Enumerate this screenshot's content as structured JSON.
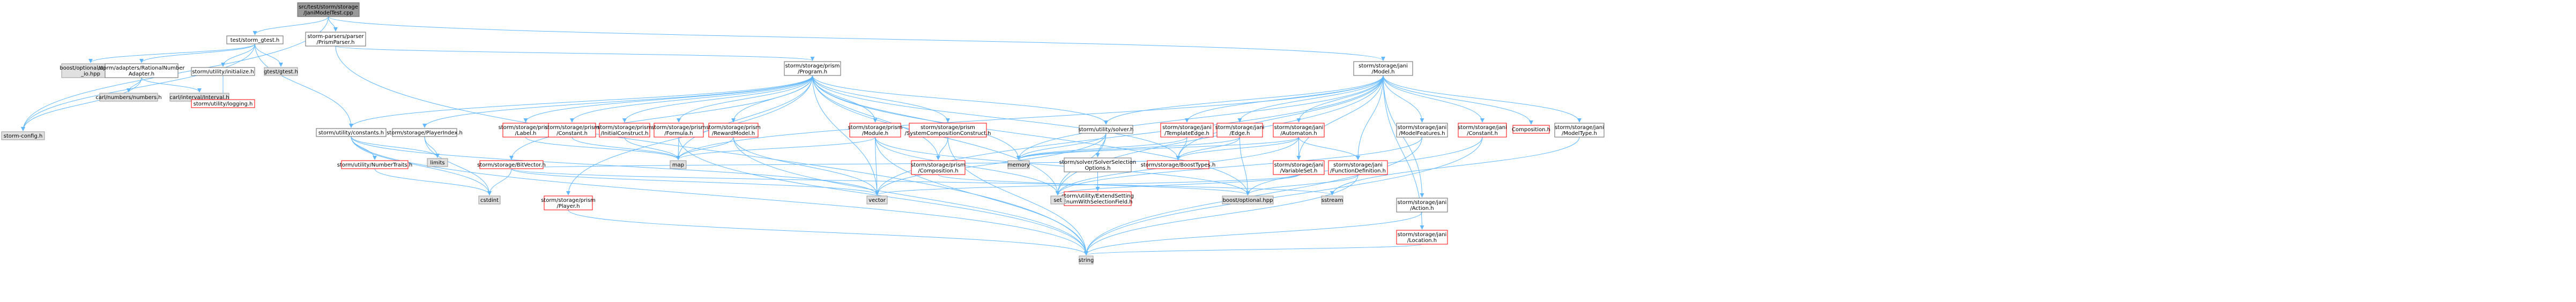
{
  "colors": {
    "edge": "#63b8ff",
    "root_fill": "#999999",
    "root_stroke": "#666666",
    "node_fill": "#ffffff",
    "node_stroke": "#666666",
    "missing_fill": "#e0e0e0",
    "missing_stroke": "#999999",
    "file_fill": "#ffffff",
    "file_stroke": "#ff0000",
    "text": "#000000",
    "link_text": "#000000"
  },
  "nodes": [
    {
      "id": "root",
      "kind": "root",
      "lines": [
        "src/test/storm/storage",
        "/JaniModelTest.cpp"
      ]
    },
    {
      "id": "gtest",
      "kind": "node",
      "lines": [
        "test/storm_gtest.h"
      ]
    },
    {
      "id": "parser",
      "kind": "node",
      "lines": [
        "storm-parsers/parser",
        "/PrismParser.h"
      ]
    },
    {
      "id": "janimodel",
      "kind": "node",
      "lines": [
        "storm/storage/jani",
        "/Model.h"
      ]
    },
    {
      "id": "stormconfig",
      "kind": "missing",
      "lines": [
        "storm-config.h"
      ]
    },
    {
      "id": "boostoptio",
      "kind": "missing",
      "lines": [
        "boost/optional/optional",
        "_io.hpp"
      ]
    },
    {
      "id": "rational",
      "kind": "node",
      "lines": [
        "storm/adapters/RationalNumber",
        "Adapter.h"
      ]
    },
    {
      "id": "initialize",
      "kind": "node",
      "lines": [
        "storm/utility/initialize.h"
      ]
    },
    {
      "id": "gtestgtest",
      "kind": "missing",
      "lines": [
        "gtest/gtest.h"
      ]
    },
    {
      "id": "constants",
      "kind": "node",
      "lines": [
        "storm/utility/constants.h"
      ]
    },
    {
      "id": "carlnum",
      "kind": "missing",
      "lines": [
        "carl/numbers/numbers.h"
      ]
    },
    {
      "id": "carlint",
      "kind": "missing",
      "lines": [
        "carl/interval/Interval.h"
      ]
    },
    {
      "id": "logging",
      "kind": "file",
      "lines": [
        "storm/utility/logging.h"
      ]
    },
    {
      "id": "program",
      "kind": "node",
      "lines": [
        "storm/storage/prism",
        "/Program.h"
      ]
    },
    {
      "id": "playerindex",
      "kind": "node",
      "lines": [
        "storm/storage/PlayerIndex.h"
      ]
    },
    {
      "id": "limits",
      "kind": "missing",
      "lines": [
        "limits"
      ]
    },
    {
      "id": "numtraits",
      "kind": "file",
      "lines": [
        "storm/utility/NumberTraits.h"
      ]
    },
    {
      "id": "cstdint",
      "kind": "missing",
      "lines": [
        "cstdint"
      ]
    },
    {
      "id": "label",
      "kind": "file",
      "lines": [
        "storm/storage/prism",
        "/Label.h"
      ]
    },
    {
      "id": "pconstant",
      "kind": "file",
      "lines": [
        "storm/storage/prism",
        "/Constant.h"
      ]
    },
    {
      "id": "initconstruct",
      "kind": "file",
      "lines": [
        "storm/storage/prism",
        "/InitialConstruct.h"
      ]
    },
    {
      "id": "formula",
      "kind": "file",
      "lines": [
        "storm/storage/prism",
        "/Formula.h"
      ]
    },
    {
      "id": "reward",
      "kind": "file",
      "lines": [
        "storm/storage/prism",
        "/RewardModel.h"
      ]
    },
    {
      "id": "module",
      "kind": "file",
      "lines": [
        "storm/storage/prism",
        "/Module.h"
      ]
    },
    {
      "id": "syscomp",
      "kind": "file",
      "lines": [
        "storm/storage/prism",
        "/SystemCompositionConstruct.h"
      ]
    },
    {
      "id": "solverh",
      "kind": "node",
      "lines": [
        "storm/utility/solver.h"
      ]
    },
    {
      "id": "bitvector",
      "kind": "file",
      "lines": [
        "storm/storage/BitVector.h"
      ]
    },
    {
      "id": "map",
      "kind": "missing",
      "lines": [
        "map"
      ]
    },
    {
      "id": "player",
      "kind": "file",
      "lines": [
        "storm/storage/prism",
        "/Player.h"
      ]
    },
    {
      "id": "composition",
      "kind": "file",
      "lines": [
        "storm/storage/prism",
        "/Composition.h"
      ]
    },
    {
      "id": "memory",
      "kind": "missing",
      "lines": [
        "memory"
      ]
    },
    {
      "id": "solversel",
      "kind": "node",
      "lines": [
        "storm/solver/SolverSelection",
        "Options.h"
      ]
    },
    {
      "id": "boosttypes",
      "kind": "file",
      "lines": [
        "storm/storage/BoostTypes.h"
      ]
    },
    {
      "id": "vector",
      "kind": "missing",
      "lines": [
        "vector"
      ]
    },
    {
      "id": "extendset",
      "kind": "file",
      "lines": [
        "storm/utility/ExtendSetting",
        "EnumWithSelectionField.h"
      ]
    },
    {
      "id": "set",
      "kind": "missing",
      "lines": [
        "set"
      ]
    },
    {
      "id": "string",
      "kind": "missing",
      "lines": [
        "string"
      ]
    },
    {
      "id": "templateedge",
      "kind": "file",
      "lines": [
        "storm/storage/jani",
        "/TemplateEdge.h"
      ]
    },
    {
      "id": "edge",
      "kind": "file",
      "lines": [
        "storm/storage/jani",
        "/Edge.h"
      ]
    },
    {
      "id": "automaton",
      "kind": "file",
      "lines": [
        "storm/storage/jani",
        "/Automaton.h"
      ]
    },
    {
      "id": "varset",
      "kind": "file",
      "lines": [
        "storm/storage/jani",
        "/VariableSet.h"
      ]
    },
    {
      "id": "funcdef",
      "kind": "file",
      "lines": [
        "storm/storage/jani",
        "/FunctionDefinition.h"
      ]
    },
    {
      "id": "boostopt",
      "kind": "missing",
      "lines": [
        "boost/optional.hpp"
      ]
    },
    {
      "id": "modelfeat",
      "kind": "node",
      "lines": [
        "storm/storage/jani",
        "/ModelFeatures.h"
      ]
    },
    {
      "id": "janiaction",
      "kind": "node",
      "lines": [
        "storm/storage/jani",
        "/Action.h"
      ]
    },
    {
      "id": "janiconstant",
      "kind": "file",
      "lines": [
        "storm/storage/jani",
        "/Constant.h"
      ]
    },
    {
      "id": "location",
      "kind": "file",
      "lines": [
        "storm/storage/jani",
        "/Location.h"
      ]
    },
    {
      "id": "compositionh",
      "kind": "file",
      "lines": [
        "Composition.h"
      ]
    },
    {
      "id": "modeltype",
      "kind": "node",
      "lines": [
        "storm/storage/jani",
        "/ModelType.h"
      ]
    },
    {
      "id": "sstream",
      "kind": "missing",
      "lines": [
        "sstream"
      ]
    }
  ]
}
